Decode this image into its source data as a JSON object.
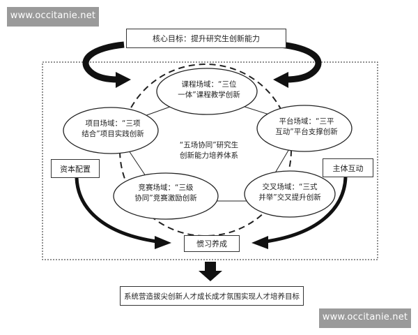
{
  "watermark": {
    "text": "www.occitanie.net"
  },
  "goal": {
    "text": "核心目标：提升研究生创新能力"
  },
  "center": {
    "text": "“五场协同”研究生\n创新能力培养体系"
  },
  "nodes": {
    "course": {
      "text": "课程场域：“三位\n一体”课程教学创新"
    },
    "project": {
      "text": "项目场域：“三项\n结合”项目实践创新"
    },
    "platform": {
      "text": "平台场域：“三平\n互动”平台支撑创新"
    },
    "compete": {
      "text": "竞赛场域：“三级\n协同”竞赛激励创新"
    },
    "cross": {
      "text": "交叉场域：“三式\n并举”交叉提升创新"
    }
  },
  "side": {
    "capital": "资本配置",
    "subject": "主体互动"
  },
  "habit": {
    "text": "惯习养成"
  },
  "result": {
    "text": "系统营造拔尖创新人才成长成才氛围实现人才培养目标"
  },
  "colors": {
    "line": "#222222",
    "watermark_bg": "#9a9a9a"
  }
}
